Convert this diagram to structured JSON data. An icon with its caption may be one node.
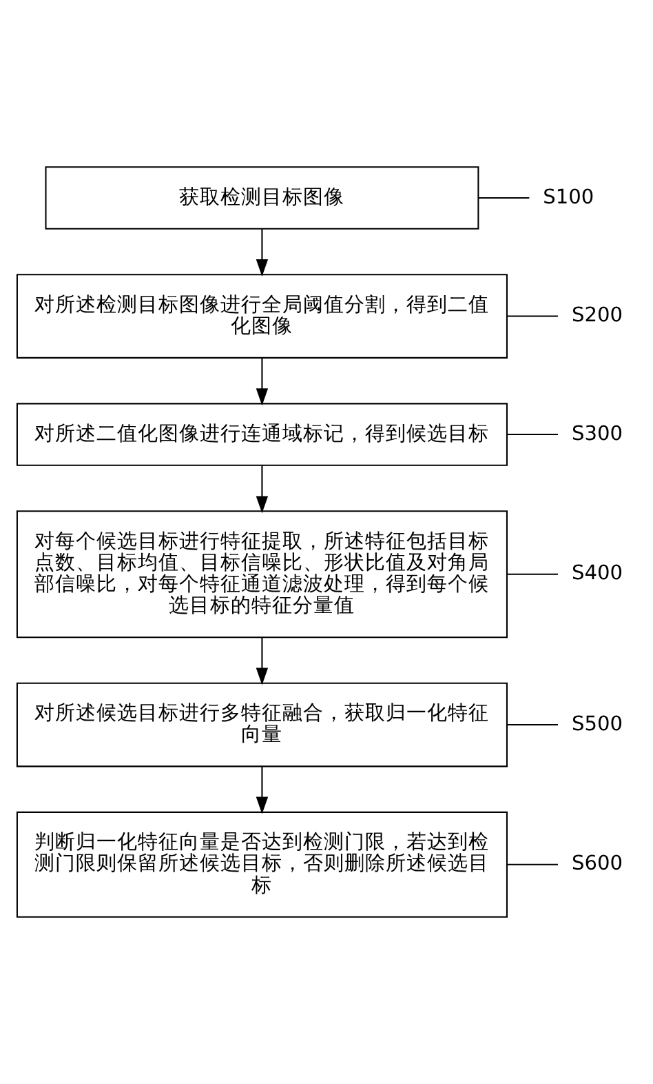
{
  "diagram": {
    "nodes": [
      {
        "text": [
          "获取检测目标图像"
        ]
      },
      {
        "text": [
          "S100"
        ]
      },
      {
        "text": [
          "对所述检测目标图像进行全局阈值分割，得到二值化图像"
        ]
      },
      {
        "text": [
          "S200"
        ]
      },
      {
        "text": [
          "对所述二值化图像进行连通域标记，得到候选目标"
        ]
      },
      {
        "text": [
          "S300"
        ]
      },
      {
        "text": [
          "对每个候选目标进行特征提取，所述特征包括目标点数、目标均值、目标信噪比、形状比值及对角局部信噪比，对每个特征通道滤波处理，得到每个候选目标的特征分量值"
        ]
      },
      {
        "text": [
          "S400"
        ]
      },
      {
        "text": [
          "对所述候选目标进行多特征融合，获取归一化特征向量"
        ]
      },
      {
        "text": [
          "S500"
        ]
      },
      {
        "text": [
          "判断归一化特征向量是否达到检测门限，若达到检测门限则保留所述候选目标，否则删除所述候选目标"
        ]
      },
      {
        "text": [
          "S600"
        ]
      }
    ],
    "edges": [
      {
        "from": 0,
        "to": 2,
        "arrow": "to"
      },
      {
        "from": 2,
        "to": 4,
        "arrow": "to"
      },
      {
        "from": 4,
        "to": 6,
        "arrow": "to"
      },
      {
        "from": 6,
        "to": 8,
        "arrow": "to"
      },
      {
        "from": 8,
        "to": 10,
        "arrow": "to"
      },
      {
        "from": 1,
        "to": 0,
        "arrow": "none"
      },
      {
        "from": 3,
        "to": 2,
        "arrow": "none"
      },
      {
        "from": 5,
        "to": 4,
        "arrow": "none"
      },
      {
        "from": 7,
        "to": 6,
        "arrow": "none"
      },
      {
        "from": 9,
        "to": 8,
        "arrow": "none"
      },
      {
        "from": 11,
        "to": 10,
        "arrow": "none"
      }
    ]
  }
}
